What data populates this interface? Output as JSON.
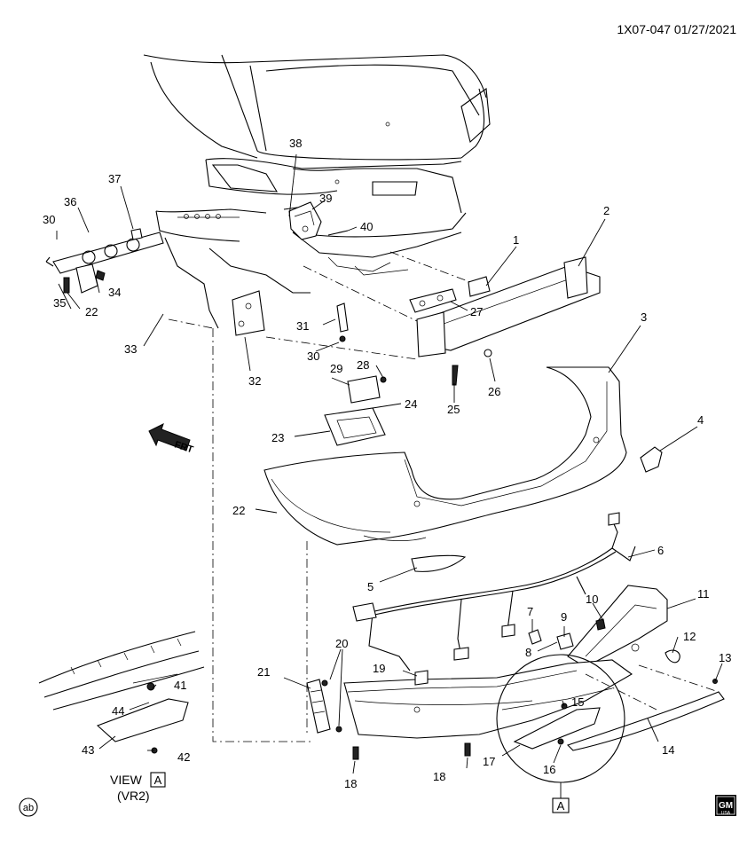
{
  "header": {
    "ref": "1X07-047 01/27/2021"
  },
  "view": {
    "label": "VIEW",
    "letter": "A",
    "sub": "(VR2)"
  },
  "detail_letter": "A",
  "front_arrow": "FRT",
  "ab_mark": "ab",
  "logo": {
    "top": "GM",
    "bottom": "USA"
  },
  "colors": {
    "line": "#000000",
    "background": "#ffffff"
  },
  "callouts": [
    "1",
    "2",
    "3",
    "4",
    "5",
    "6",
    "7",
    "8",
    "9",
    "10",
    "11",
    "12",
    "13",
    "14",
    "15",
    "16",
    "17",
    "18",
    "18",
    "19",
    "20",
    "21",
    "22",
    "22",
    "23",
    "24",
    "25",
    "26",
    "27",
    "28",
    "29",
    "30",
    "30",
    "31",
    "32",
    "33",
    "34",
    "35",
    "36",
    "37",
    "38",
    "39",
    "40",
    "41",
    "42",
    "43",
    "44"
  ]
}
